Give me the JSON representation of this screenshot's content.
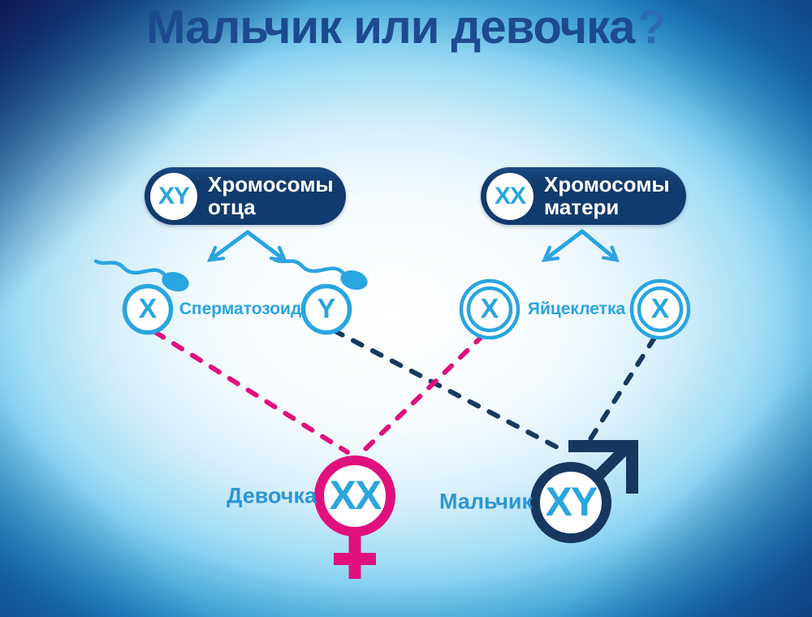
{
  "title": {
    "text": "Мальчик или девочка",
    "question_mark": "?"
  },
  "father": {
    "badge_label": "XY",
    "label_line1": "Хромосомы",
    "label_line2": "отца"
  },
  "mother": {
    "badge_label": "XX",
    "label_line1": "Хромосомы",
    "label_line2": "матери"
  },
  "sperm": {
    "label": "Сперматозоид",
    "cells": [
      "X",
      "Y"
    ]
  },
  "egg": {
    "label": "Яйцеклетка",
    "cells": [
      "X",
      "X"
    ]
  },
  "girl": {
    "label": "Девочка",
    "symbol_text": "XX"
  },
  "boy": {
    "label": "Мальчик",
    "symbol_text": "XY"
  },
  "colors": {
    "title_text": "#1c4a90",
    "question_mark": "#2a6cb2",
    "badge_bg": "#113a6e",
    "cyan": "#29a5e0",
    "label_blue": "#2b96d4",
    "pink": "#e0107f",
    "navy": "#16395f",
    "navy_symbol": "#17375f",
    "background_center": "#ffffff",
    "background_edge": "#1f93d2",
    "background_corner": "#0d2a6e"
  }
}
